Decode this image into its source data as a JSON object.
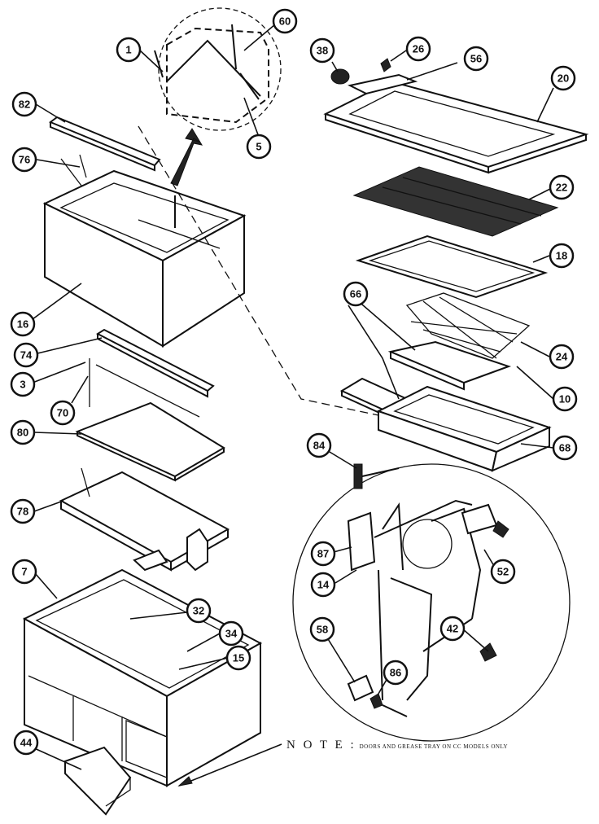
{
  "callouts": [
    {
      "id": "c60",
      "label": "60"
    },
    {
      "id": "c1",
      "label": "1"
    },
    {
      "id": "c5",
      "label": "5"
    },
    {
      "id": "c82",
      "label": "82"
    },
    {
      "id": "c76",
      "label": "76"
    },
    {
      "id": "c16",
      "label": "16"
    },
    {
      "id": "c74",
      "label": "74"
    },
    {
      "id": "c3",
      "label": "3"
    },
    {
      "id": "c70",
      "label": "70"
    },
    {
      "id": "c80",
      "label": "80"
    },
    {
      "id": "c78",
      "label": "78"
    },
    {
      "id": "c7",
      "label": "7"
    },
    {
      "id": "c32",
      "label": "32"
    },
    {
      "id": "c34",
      "label": "34"
    },
    {
      "id": "c15",
      "label": "15"
    },
    {
      "id": "c44",
      "label": "44"
    },
    {
      "id": "c38",
      "label": "38"
    },
    {
      "id": "c26",
      "label": "26"
    },
    {
      "id": "c56",
      "label": "56"
    },
    {
      "id": "c20",
      "label": "20"
    },
    {
      "id": "c22",
      "label": "22"
    },
    {
      "id": "c18",
      "label": "18"
    },
    {
      "id": "c66",
      "label": "66"
    },
    {
      "id": "c24",
      "label": "24"
    },
    {
      "id": "c10",
      "label": "10"
    },
    {
      "id": "c68",
      "label": "68"
    },
    {
      "id": "c84",
      "label": "84"
    },
    {
      "id": "c87",
      "label": "87"
    },
    {
      "id": "c14",
      "label": "14"
    },
    {
      "id": "c52",
      "label": "52"
    },
    {
      "id": "c42",
      "label": "42"
    },
    {
      "id": "c58",
      "label": "58"
    },
    {
      "id": "c86",
      "label": "86"
    }
  ],
  "note": {
    "label": "N O T E :",
    "text": "DOORS AND GREASE TRAY ON CC MODELS ONLY"
  }
}
